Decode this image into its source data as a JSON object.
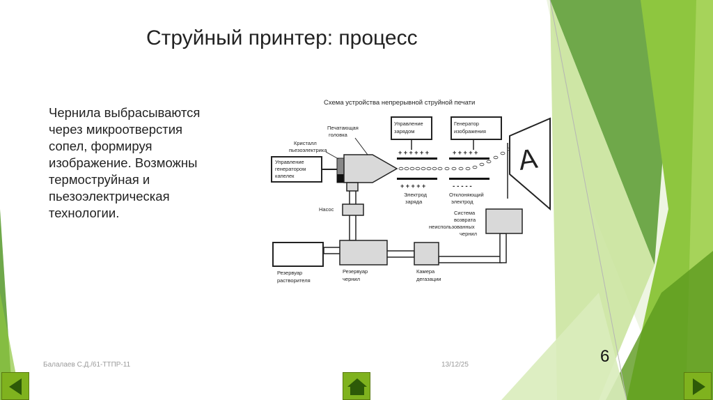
{
  "slide": {
    "title": "Струйный принтер: процесс",
    "body_lines": [
      "Чернила выбрасываются",
      "через микроотверстия",
      "сопел, формируя",
      "изображение. Возможны",
      "термоструйная и",
      "пьезоэлектрическая",
      "технологии."
    ],
    "footer_left": "Балалаев С.Д./61-ТТПР-11",
    "footer_date": "13/12/25",
    "slide_number": "6"
  },
  "diagram": {
    "title": "Схема устройства непрерывной струйной печати",
    "labels": {
      "head_1": "Печатающая",
      "head_2": "головка",
      "crystal_1": "Кристалл",
      "crystal_2": "пьезоэлектрика",
      "ctrl_gen_1": "Управление",
      "ctrl_gen_2": "генератором",
      "ctrl_gen_3": "капелек",
      "charge_ctrl_1": "Управление",
      "charge_ctrl_2": "зарядом",
      "img_gen_1": "Генератор",
      "img_gen_2": "изображения",
      "charge_plus_top": "+ + + + + +",
      "deflect_plus_top": "+ + + + +",
      "charge_plus_bottom": "+ + + + +",
      "deflect_minus": "- - - - -",
      "charge_electrode_1": "Электрод",
      "charge_electrode_2": "заряда",
      "deflect_electrode_1": "Отклоняющий",
      "deflect_electrode_2": "электрод",
      "pump": "Насос",
      "return_1": "Система",
      "return_2": "возврата",
      "return_3": "неиспользованных",
      "return_4": "чернил",
      "solvent_1": "Резервуар",
      "solvent_2": "растворителя",
      "ink_1": "Резервуар",
      "ink_2": "чернил",
      "degas_1": "Камера",
      "degas_2": "дегазации",
      "paper_letter": "A"
    }
  },
  "colors": {
    "accent_green": "#7fb21e",
    "dark_green": "#4f8a10",
    "light_green": "#c8e39a",
    "diagram_fill": "#d9d9d9"
  },
  "icons": {
    "prev": "triangle-left-icon",
    "home": "house-icon",
    "next": "triangle-right-icon"
  }
}
